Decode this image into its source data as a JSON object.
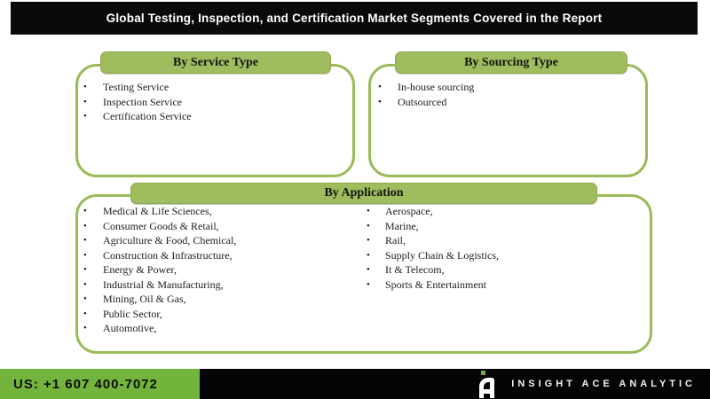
{
  "title": "Global Testing, Inspection, and Certification Market Segments Covered in the Report",
  "boxes": {
    "service": {
      "header": "By Service Type",
      "items": [
        "Testing Service",
        "Inspection Service",
        "Certification Service"
      ]
    },
    "sourcing": {
      "header": "By Sourcing Type",
      "items": [
        "In-house sourcing",
        "Outsourced"
      ]
    },
    "application": {
      "header": "By Application",
      "items_left": [
        "Medical & Life Sciences,",
        "Consumer Goods & Retail,",
        "Agriculture & Food, Chemical,",
        "Construction & Infrastructure,",
        "Energy & Power,",
        "Industrial & Manufacturing,",
        "Mining, Oil & Gas,",
        "Public Sector,",
        "Automotive,"
      ],
      "items_right": [
        "Aerospace,",
        "Marine,",
        "Rail,",
        "Supply Chain & Logistics,",
        "It & Telecom,",
        "Sports & Entertainment"
      ]
    }
  },
  "footer": {
    "phone": "US: +1 607 400-7072",
    "brand": "INSIGHT ACE ANALYTIC"
  },
  "colors": {
    "box_green": "#9bbb59",
    "footer_green": "#73b43d",
    "bar_black": "#0a0a0a",
    "logo_dot_green": "#6fae3f"
  },
  "icons": {
    "brand_logo": "stylized-a-logo"
  }
}
